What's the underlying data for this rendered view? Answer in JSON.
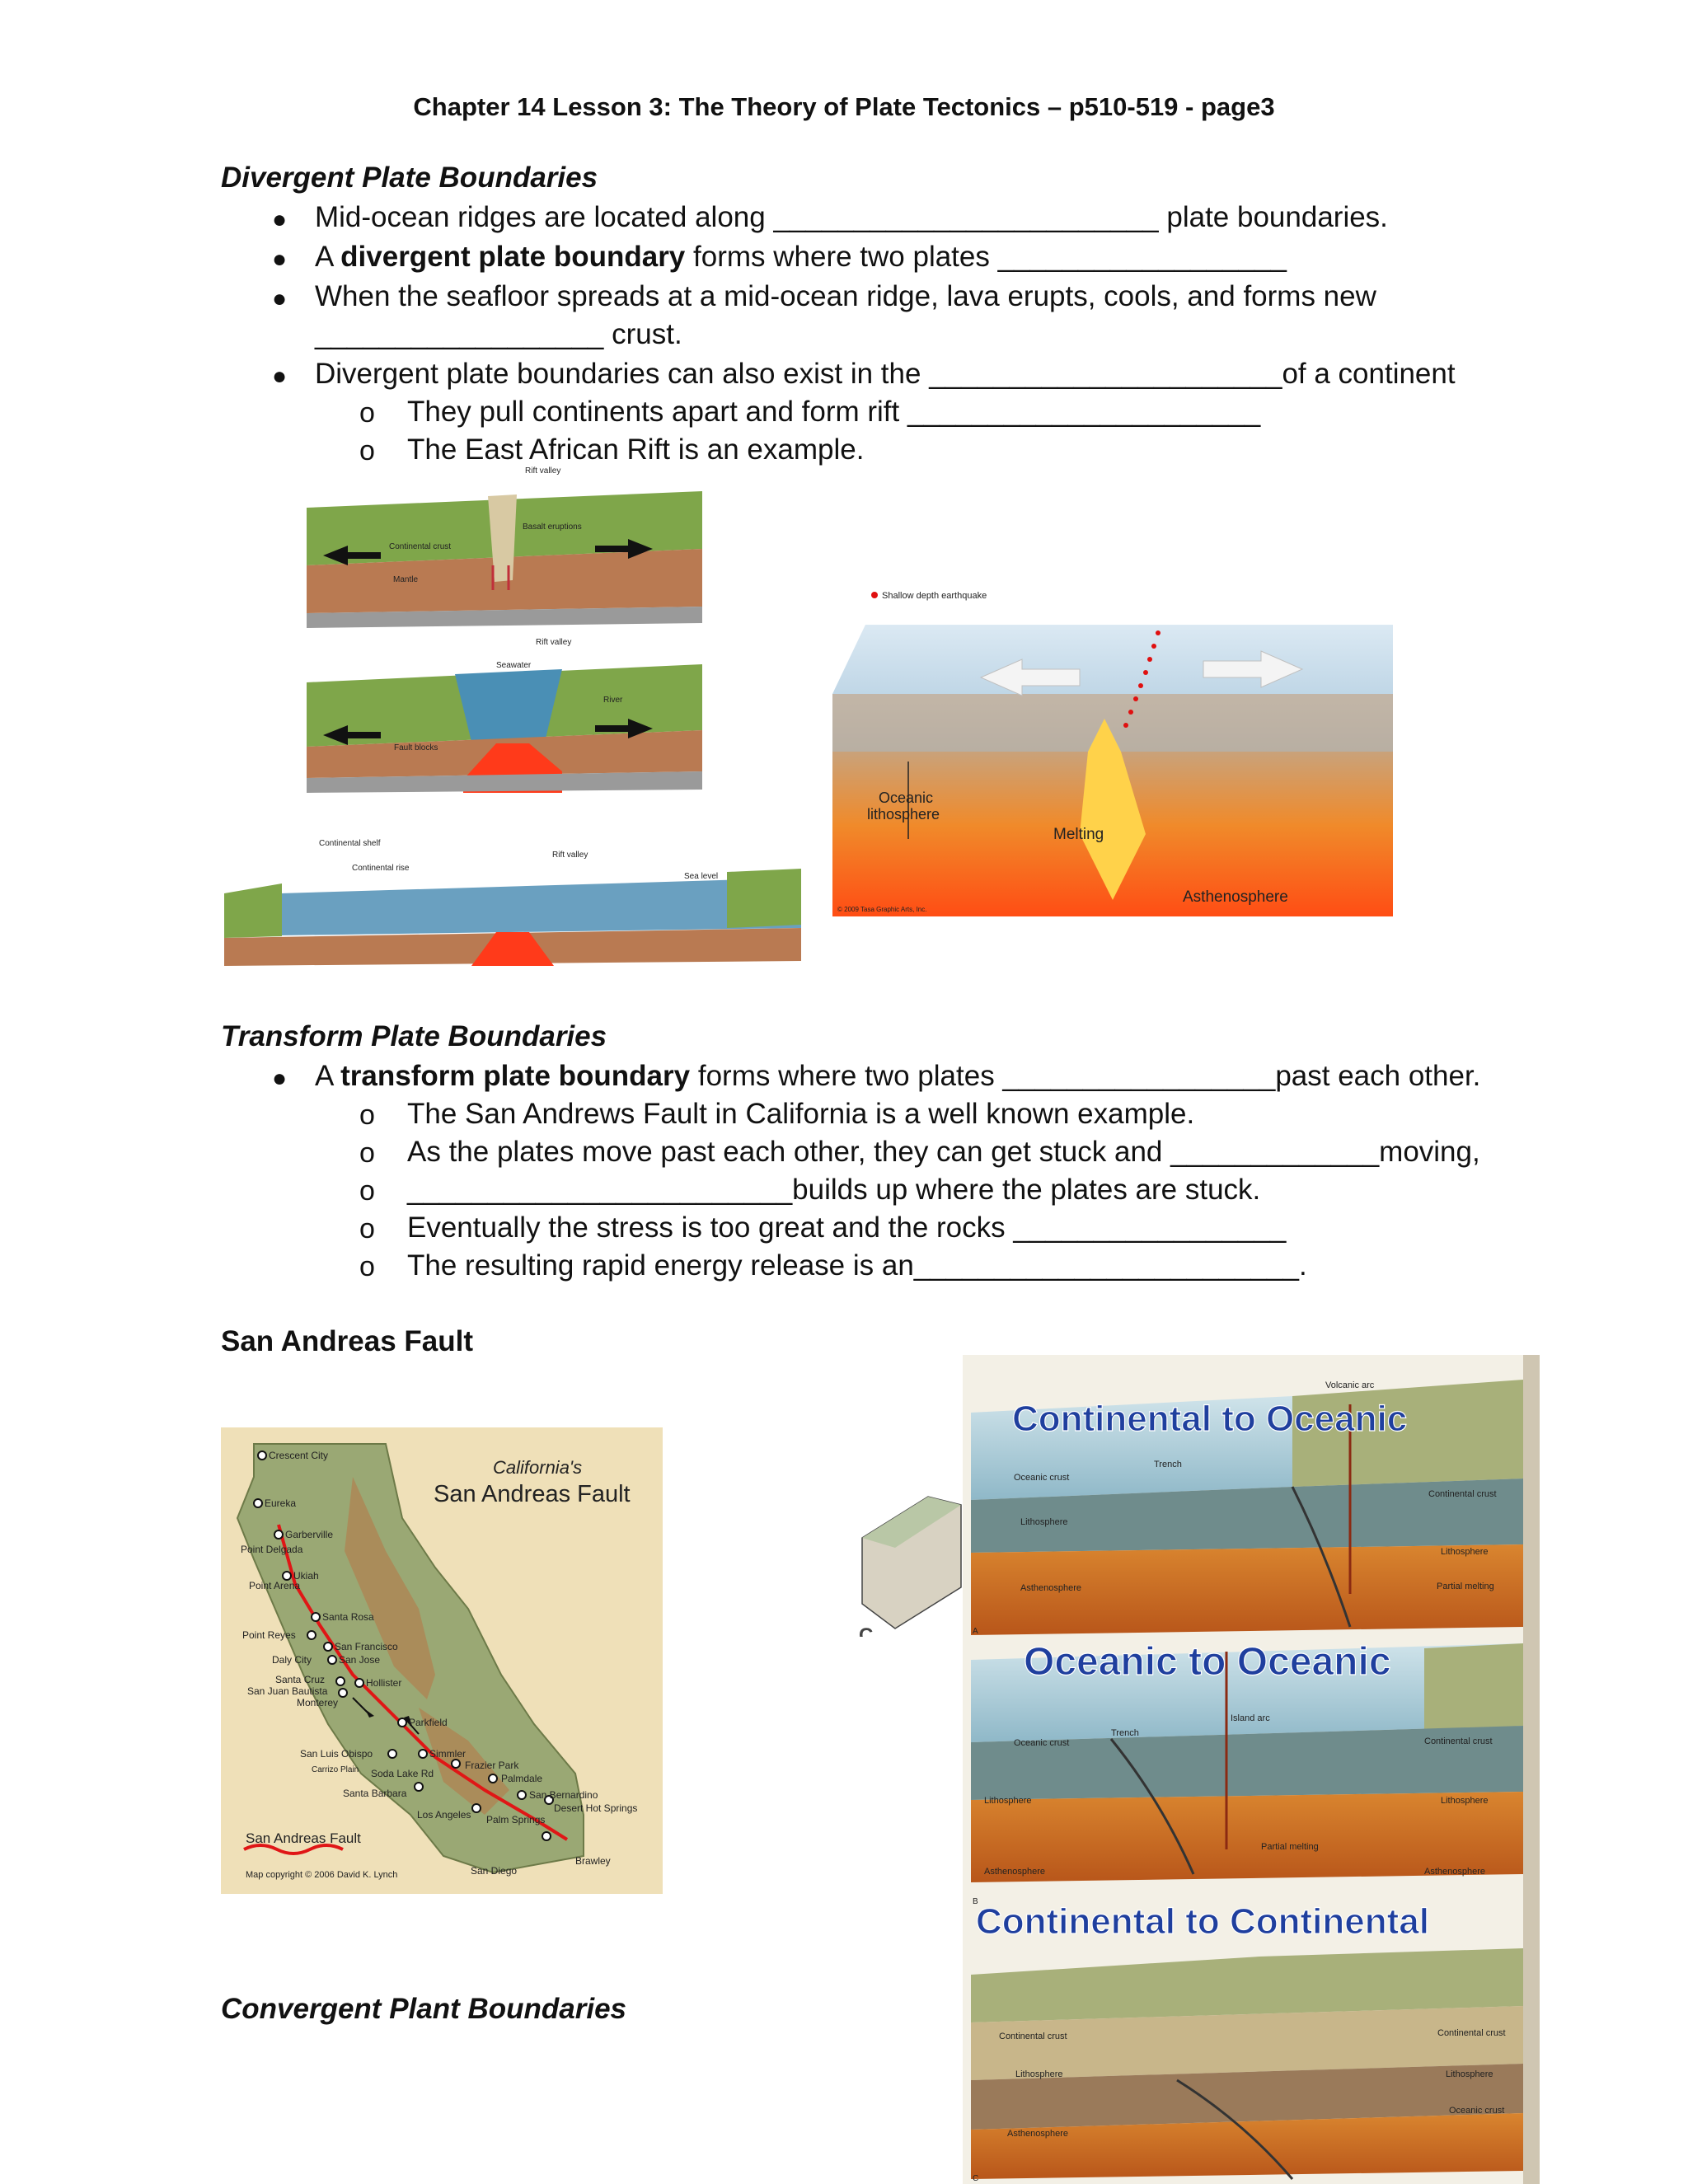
{
  "title": "Chapter 14 Lesson 3: The Theory of Plate Tectonics – p510-519 - page3",
  "divergent": {
    "heading": "Divergent Plate Boundaries",
    "b1_pre": "Mid-ocean ridges are located along",
    "b1_blank": "________________________",
    "b1_post": "plate boundaries.",
    "b2_pre": "A",
    "b2_bold": "divergent plate boundary",
    "b2_post": "forms where two plates __________________",
    "b3_l1": "When the seafloor spreads at a mid-ocean ridge, lava erupts, cools, and forms new",
    "b3_l2": "__________________ crust.",
    "b4_pre": "Divergent plate boundaries can also exist in the",
    "b4_blank": "______________________",
    "b4_post": "of a continent",
    "s1": "They pull continents apart and form rift ______________________",
    "s2": "The East African Rift is an example."
  },
  "rift_diagram": {
    "rift_valley": "Rift valley",
    "basalt": "Basalt eruptions",
    "continental_crust": "Continental crust",
    "mantle": "Mantle",
    "rift_valley_2": "Rift valley",
    "seawater": "Seawater",
    "river": "River",
    "fault_blocks": "Fault blocks",
    "continental_shelf": "Continental shelf",
    "continental_rise": "Continental rise",
    "rift_valley_3": "Rift valley",
    "sea_level": "Sea level"
  },
  "ridge_diagram": {
    "legend": "Shallow depth earthquake",
    "oceanic_lithosphere_1": "Oceanic",
    "oceanic_lithosphere_2": "lithosphere",
    "melting": "Melting",
    "asthenosphere": "Asthenosphere",
    "copyright": "© 2009 Tasa Graphic Arts, Inc."
  },
  "transform": {
    "heading": "Transform Plate Boundaries",
    "b1_pre": "A",
    "b1_bold": "transform plate boundary",
    "b1_post": "forms where two plates _________________past each other.",
    "s1": "The San Andrews Fault in California is a well known example.",
    "s2": "As the plates move past each other, they can get stuck and _____________moving,",
    "s3": "________________________builds up where the plates are stuck.",
    "s4": "Eventually the stress is too great and the rocks _________________",
    "s5": "The resulting rapid energy release is an________________________."
  },
  "san_andreas": {
    "heading": "San Andreas Fault",
    "map_title_1": "California's",
    "map_title_2": "San Andreas Fault",
    "legend": "San Andreas Fault",
    "copyright": "Map copyright © 2006 David K. Lynch",
    "cities": [
      "Crescent City",
      "Eureka",
      "Garberville",
      "Point Delgada",
      "Ukiah",
      "Point Arena",
      "Santa Rosa",
      "Point Reyes",
      "San Francisco",
      "Daly City",
      "San Jose",
      "Santa Cruz",
      "Hollister",
      "San Juan Bautista",
      "Monterey",
      "Parkfield",
      "San Luis Obispo",
      "Simmler",
      "Carrizo Plain",
      "Soda Lake Rd",
      "Frazier Park",
      "Palmdale",
      "Santa Barbara",
      "San Bernardino",
      "Desert Hot Springs",
      "Los Angeles",
      "Palm Springs",
      "Brawley",
      "San Diego"
    ]
  },
  "convergent_figure": {
    "c_label": "C.",
    "p1_title": "Continental to Oceanic",
    "p2_title": "Oceanic to Oceanic",
    "p3_title": "Continental to Continental",
    "p1_labels": [
      "Trench",
      "Oceanic crust",
      "Continental crust",
      "Lithosphere",
      "Lithosphere",
      "Asthenosphere",
      "Partial melting",
      "Volcanic arc"
    ],
    "p2_labels": [
      "Trench",
      "Island arc",
      "Oceanic crust",
      "Continental crust",
      "Lithosphere",
      "Lithosphere",
      "Partial melting",
      "Asthenosphere",
      "Asthenosphere"
    ],
    "p3_labels": [
      "Continental crust",
      "Continental crust",
      "Lithosphere",
      "Lithosphere",
      "Oceanic crust",
      "Asthenosphere"
    ],
    "letters": [
      "A",
      "B",
      "C"
    ]
  },
  "convergent": {
    "heading": "Convergent Plant Boundaries"
  }
}
